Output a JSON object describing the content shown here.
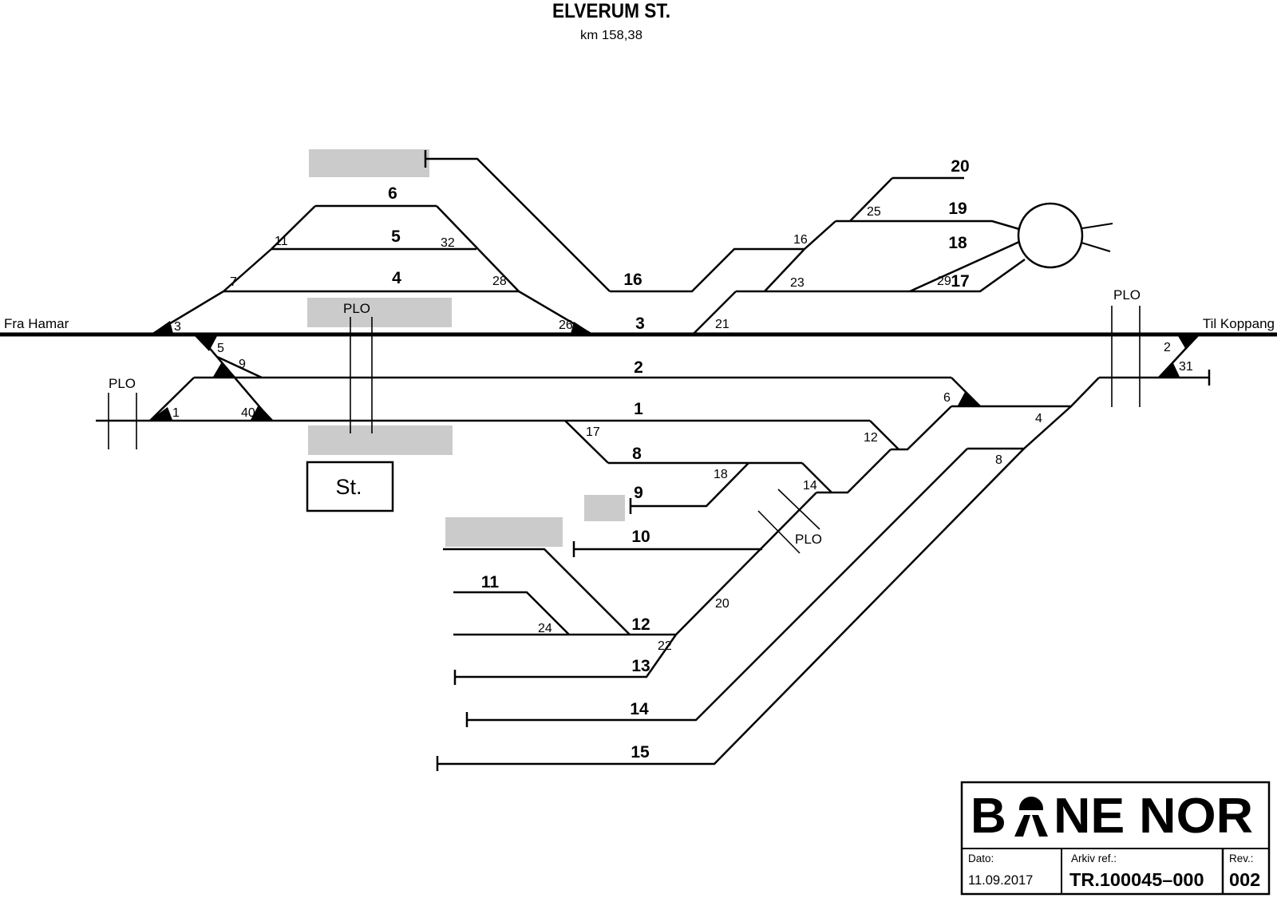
{
  "header": {
    "title": "ELVERUM ST.",
    "subtitle": "km 158,38"
  },
  "directions": {
    "left": "Fra Hamar",
    "right": "Til Koppang"
  },
  "station_building": {
    "label": "St."
  },
  "level_crossing_label": "PLO",
  "tracks": {
    "t1": "1",
    "t2": "2",
    "t3": "3",
    "t4": "4",
    "t5": "5",
    "t6": "6",
    "t8": "8",
    "t9": "9",
    "t10": "10",
    "t11": "11",
    "t12": "12",
    "t13": "13",
    "t14": "14",
    "t15": "15",
    "t16": "16",
    "t17": "17",
    "t18": "18",
    "t19": "19",
    "t20": "20"
  },
  "switches": {
    "s1": "1",
    "s2": "2",
    "s3": "3",
    "s4": "4",
    "s5": "5",
    "s6": "6",
    "s7": "7",
    "s8": "8",
    "s9": "9",
    "s11": "11",
    "s12": "12",
    "s14": "14",
    "s16": "16",
    "s17": "17",
    "s18": "18",
    "s20": "20",
    "s21": "21",
    "s22": "22",
    "s23": "23",
    "s24": "24",
    "s25": "25",
    "s26": "26",
    "s28": "28",
    "s29": "29",
    "s31": "31",
    "s32": "32",
    "s40": "40"
  },
  "title_block": {
    "brand_prefix": "B",
    "brand_suffix": "NE NOR",
    "date_label": "Dato:",
    "date_value": "11.09.2017",
    "archive_label": "Arkiv ref.:",
    "archive_value": "TR.100045–000",
    "revision_label": "Rev.:",
    "revision_value": "002"
  },
  "colors": {
    "line": "#000000",
    "platform": "#cbcbcb",
    "background": "#ffffff"
  }
}
